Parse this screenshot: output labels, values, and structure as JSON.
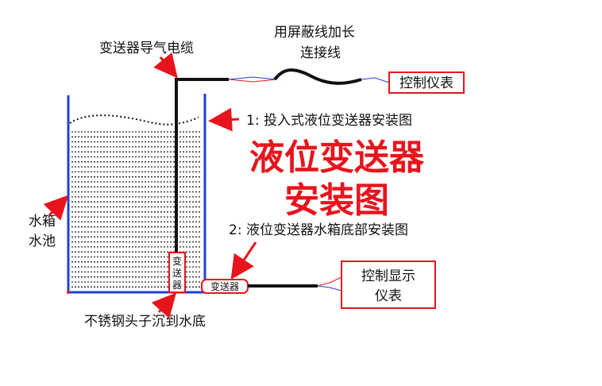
{
  "labels": {
    "cable_top": "变送器导气电缆",
    "extension_line1": "用屏蔽线加长",
    "extension_line2": "连接线",
    "control_meter": "控制仪表",
    "method1": "1: 投入式液位变送器安装图",
    "title_line1": "液位变送器",
    "title_line2": "安装图",
    "tank_line1": "水箱",
    "tank_line2": "水池",
    "method2": "2: 液位变送器水箱底部安装图",
    "control_display_line1": "控制显示",
    "control_display_line2": "仪表",
    "probe_char1": "变",
    "probe_char2": "送",
    "probe_char3": "器",
    "bottom_transmitter": "变送器",
    "stainless_note": "不锈钢头子沉到水底"
  },
  "colors": {
    "accent": "#e8141c",
    "tank": "#1f3fd6",
    "ink": "#111111"
  }
}
